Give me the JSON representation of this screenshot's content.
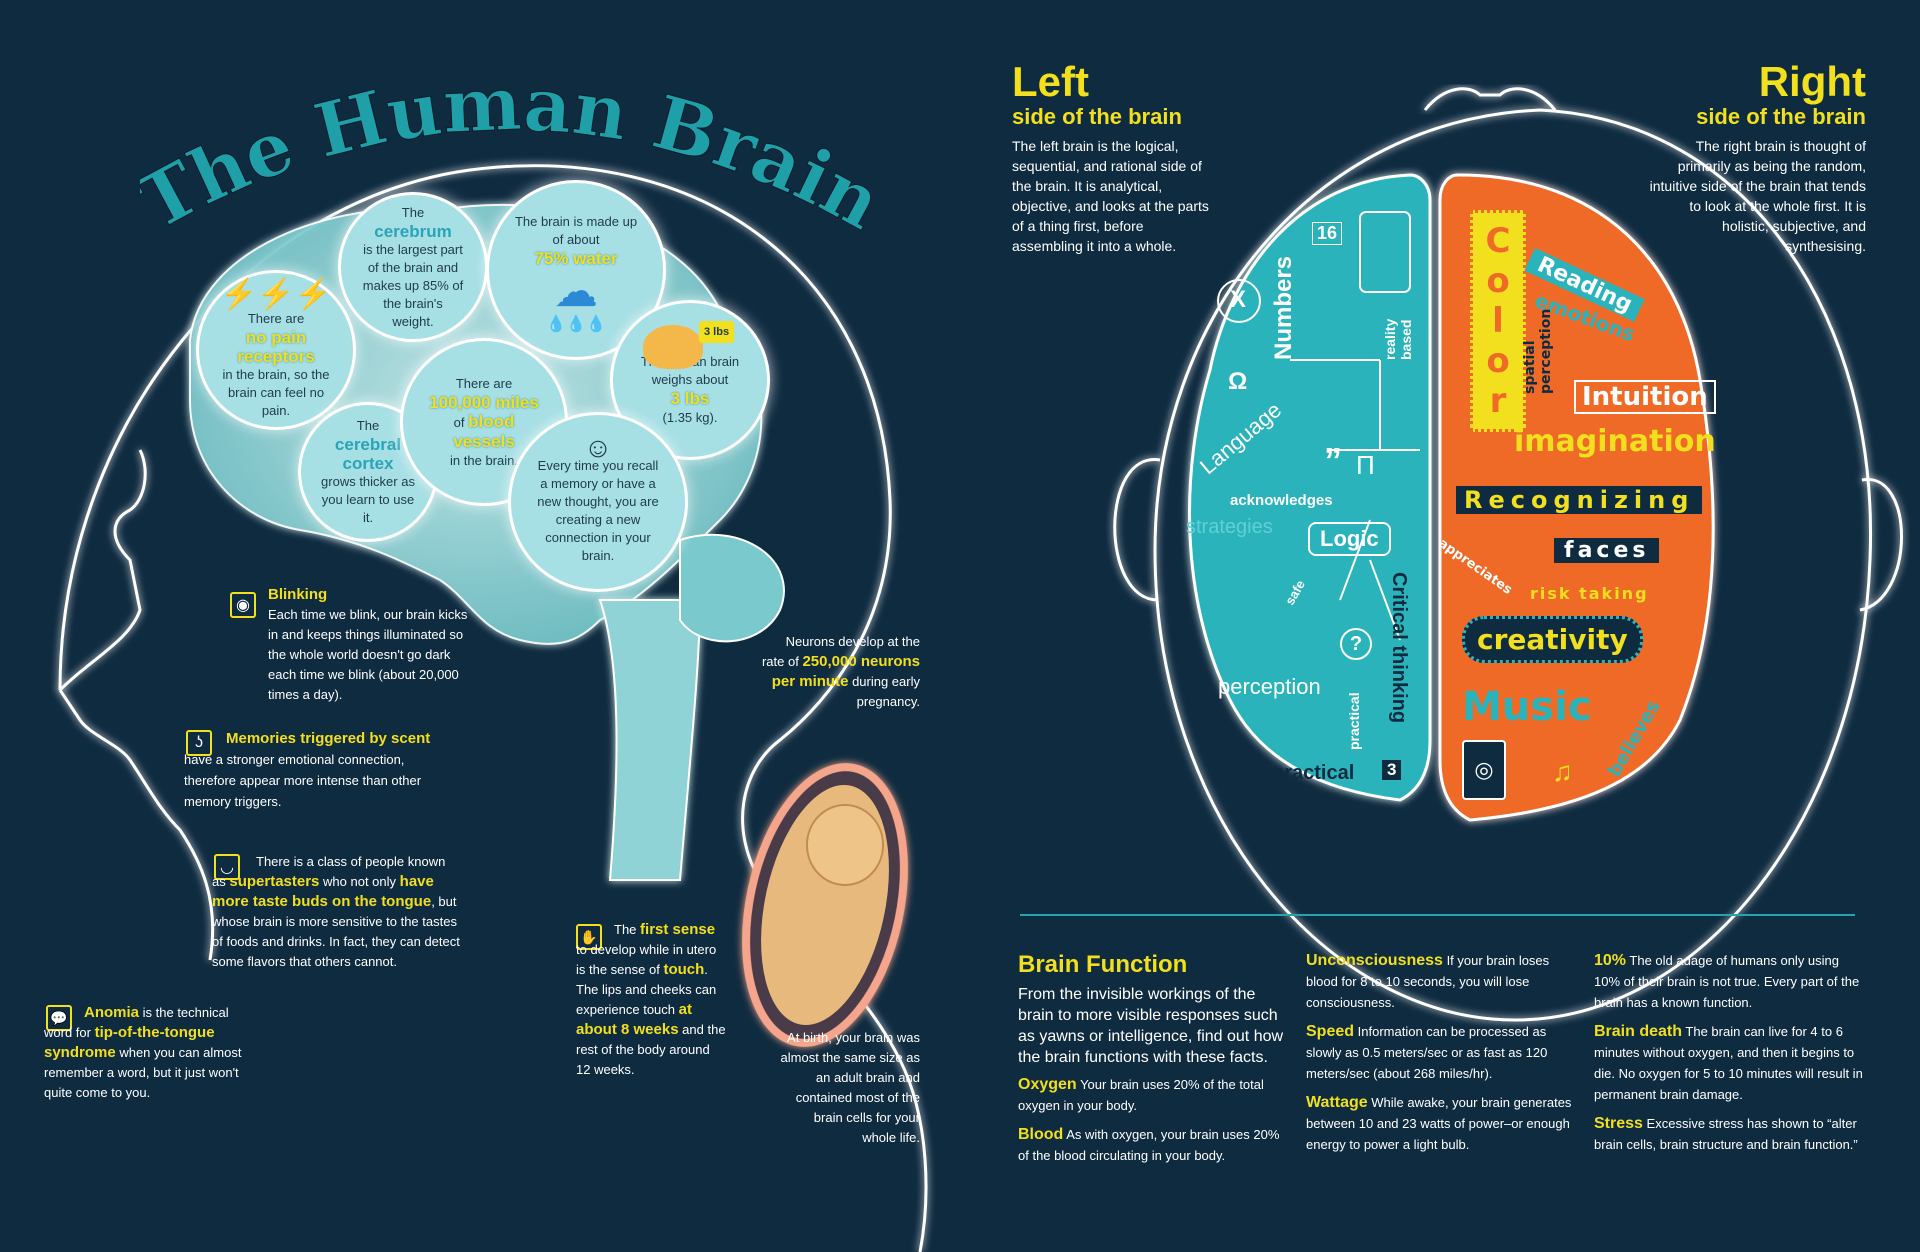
{
  "title": "The Human Brain",
  "bubbles": {
    "pain": {
      "pre": "There are",
      "highlight": "no pain receptors",
      "post": "in the brain, so the brain can feel no pain."
    },
    "cerebrum": {
      "pre": "The",
      "highlight": "cerebrum",
      "post": "is the largest part of the brain and makes up 85% of the brain's weight."
    },
    "water": {
      "pre": "The brain is made up of about",
      "highlight": "75% water"
    },
    "cortex": {
      "pre": "The",
      "highlight": "cerebral cortex",
      "post": "grows thicker as you learn to use it."
    },
    "vessels": {
      "pre": "There are",
      "highlight": "100,000 miles",
      "mid": "of",
      "highlight2": "blood vessels",
      "post": "in the brain."
    },
    "weight": {
      "badge": "3 lbs",
      "pre": "The human brain weighs about",
      "highlight": "3 lbs",
      "post": "(1.35 kg)."
    },
    "memory": {
      "text": "Every time you recall a memory or have a new thought, you are creating a new connection in your brain."
    }
  },
  "facts": {
    "blinking": {
      "title": "Blinking",
      "body": "Each time we blink, our brain kicks in and keeps things illuminated so the whole world doesn't go dark each time we blink (about 20,000 times a day)."
    },
    "memories": {
      "title": "Memories triggered by scent",
      "body": "have a stronger emotional connection, therefore appear more intense than other memory triggers."
    },
    "taste": {
      "pre": "There is a class of people known as",
      "h1": "supertasters",
      "mid": "who not only",
      "h2": "have more taste buds on the tongue",
      "post": ", but whose brain is more sensitive to the tastes of foods and drinks. In fact, they can detect some flavors that others cannot."
    },
    "anomia": {
      "title": "Anomia",
      "pre": "is the technical word for",
      "h1": "tip-of-the-tongue syndrome",
      "post": "when you can almost remember a word, but it just won't quite come to you."
    },
    "touch": {
      "pre": "The",
      "h1": "first sense",
      "mid": "to develop while in utero is the sense of",
      "h2": "touch",
      "mid2": ". The lips and cheeks can experience touch",
      "h3": "at about 8 weeks",
      "post": "and the rest of the body around 12 weeks."
    },
    "neurons": {
      "pre": "Neurons develop at the rate of",
      "h1": "250,000 neurons per minute",
      "post": "during early pregnancy."
    },
    "birth": {
      "text": "At birth, your brain was almost the same size as an adult brain and contained most of the brain cells for your whole life."
    }
  },
  "left_side": {
    "title": "Left",
    "subtitle": "side of the brain",
    "body": "The left brain is the logical, sequential, and rational side of the brain. It is analytical, objective, and looks at the parts of a thing first, before assembling it into a whole.",
    "words": {
      "numbers": "Numbers",
      "reality": "reality based",
      "language": "Language",
      "acknowledges": "acknowledges",
      "strategies": "strategies",
      "logic": "Logic",
      "safe": "safe",
      "critical": "Critical thinking",
      "perception": "perception",
      "practical": "practical",
      "practical2": "practical",
      "n16": "16",
      "n3": "3",
      "x": "X",
      "omega": "Ω",
      "pi": "Π",
      "quote": "”",
      "q": "?"
    }
  },
  "right_side": {
    "title": "Right",
    "subtitle": "side of the brain",
    "body": "The right brain is thought of primarily as being the random, intuitive side of the brain that tends to look at the whole first. It is holistic, subjective, and synthesising.",
    "words": {
      "color": "Color",
      "reading": "Reading",
      "emotions": "emotions",
      "spatial": "spatial perception",
      "intuition": "Intuition",
      "imagination": "imagination",
      "recognizing": "Recognizing",
      "faces": "faces",
      "appreciates": "appreciates",
      "risktaking": "risk taking",
      "creativity": "creativity",
      "music": "Music",
      "believes": "believes"
    }
  },
  "brain_function": {
    "title": "Brain Function",
    "intro": "From the invisible workings of the brain to more visible responses such as yawns or intelligence, find out how the brain functions with these facts.",
    "items": [
      {
        "title": "Oxygen",
        "body": "Your brain uses 20% of the total oxygen in your body."
      },
      {
        "title": "Blood",
        "body": "As with oxygen, your brain uses 20% of the blood circulating in your body."
      },
      {
        "title": "Unconsciousness",
        "body": "If your brain loses blood for 8 to 10 seconds, you will lose consciousness."
      },
      {
        "title": "Speed",
        "body": "Information can be processed as slowly as 0.5 meters/sec or as fast as 120 meters/sec (about 268 miles/hr)."
      },
      {
        "title": "Wattage",
        "body": "While awake, your brain generates between 10 and 23 watts of power–or enough energy to power a light bulb."
      },
      {
        "title": "10%",
        "body": "The old adage of humans only using 10% of their brain is not true. Every part of the brain has a known function."
      },
      {
        "title": "Brain death",
        "body": "The brain can live for 4 to 6 minutes without oxygen, and then it begins to die. No oxygen for 5 to 10 minutes will result in permanent brain damage."
      },
      {
        "title": "Stress",
        "body": "Excessive stress has shown to “alter brain cells, brain structure and brain function.”"
      }
    ]
  },
  "colors": {
    "background": "#0f2b40",
    "accent": "#f2df1e",
    "teal": "#27a3ad",
    "orange": "#ef6a26"
  }
}
